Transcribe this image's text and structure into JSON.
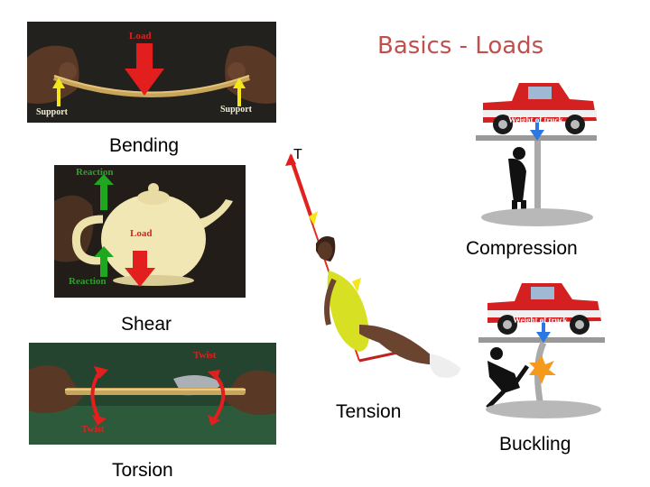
{
  "slide": {
    "title": "Basics - Loads",
    "colors": {
      "title": "#c0504d",
      "load_arrow": "#e31e1e",
      "support_arrow": "#f5e61a",
      "reaction_arrow": "#1fa81f",
      "truck": "#d42020",
      "ground_arrow": "#2a78e0"
    }
  },
  "bending": {
    "caption": "Bending",
    "load_label": "Load",
    "support_left": "Support",
    "support_right": "Support"
  },
  "shear": {
    "caption": "Shear",
    "reaction_top": "Reaction",
    "load_label": "Load",
    "reaction_bottom": "Reaction"
  },
  "torsion": {
    "caption": "Torsion",
    "twist_top": "Twist",
    "twist_bottom": "Twist"
  },
  "tension": {
    "caption": "Tension",
    "force_letter": "T"
  },
  "compression": {
    "caption": "Compression",
    "truck_label": "Weight of truck"
  },
  "buckling": {
    "caption": "Buckling",
    "truck_label": "Weight of truck"
  }
}
